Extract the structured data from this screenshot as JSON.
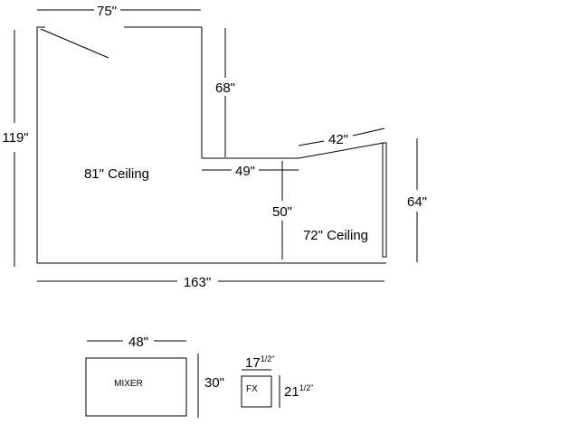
{
  "room": {
    "dimensions": {
      "top_width": "75\"",
      "left_height": "119\"",
      "inner_drop": "68\"",
      "inner_ledge": "49\"",
      "angled_wall": "42\"",
      "right_height": "64\"",
      "step_height": "50\"",
      "bottom_width": "163\""
    },
    "labels": {
      "main_ceiling": "81\" Ceiling",
      "low_ceiling": "72\" Ceiling"
    }
  },
  "mixer": {
    "label": "MIXER",
    "width": "48\"",
    "depth": "30\""
  },
  "fx": {
    "label": "FX",
    "width_whole": "17",
    "width_fraction": "1/2\"",
    "depth_whole": "21",
    "depth_fraction": "1/2\""
  }
}
